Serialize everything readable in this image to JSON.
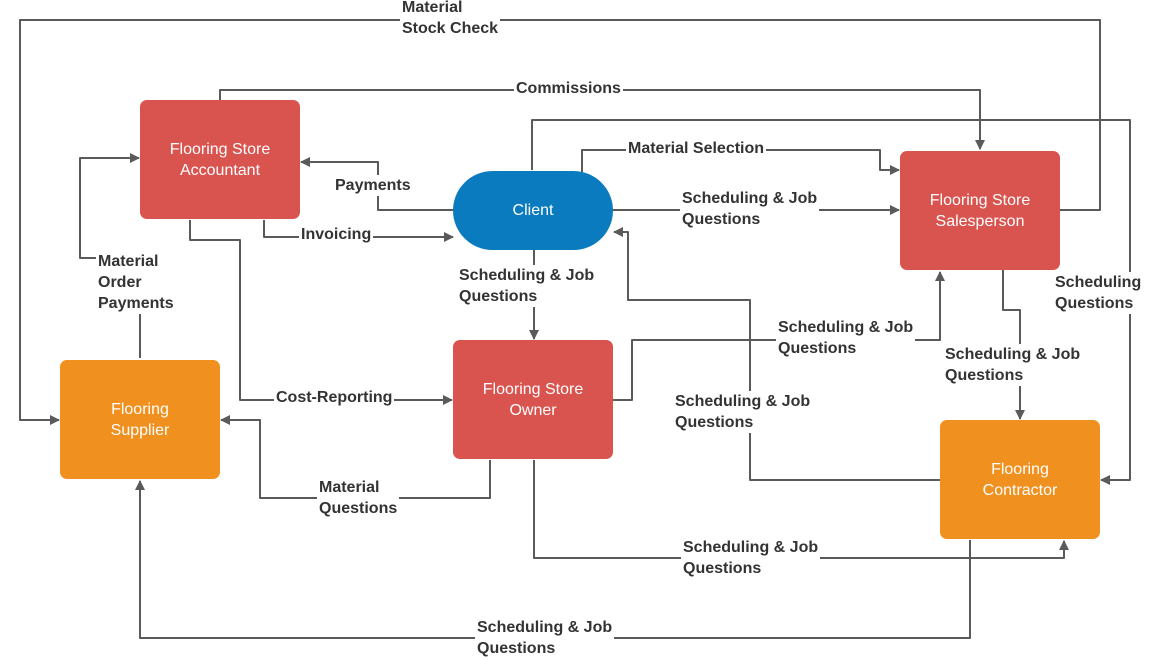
{
  "colors": {
    "store": "#d9534f",
    "external": "#f0901e",
    "client": "#0b7bbf",
    "connector": "#5a5a5a"
  },
  "nodes": {
    "accountant": "Flooring Store\nAccountant",
    "client": "Client",
    "salesperson": "Flooring Store\nSalesperson",
    "supplier": "Flooring\nSupplier",
    "owner": "Flooring Store\nOwner",
    "contractor": "Flooring\nContractor"
  },
  "edges": {
    "material_stock_check": "Material\nStock Check",
    "commissions": "Commissions",
    "material_selection": "Material Selection",
    "payments": "Payments",
    "invoicing": "Invoicing",
    "client_to_salesperson": "Scheduling & Job\nQuestions",
    "material_order_payments": "Material\nOrder\nPayments",
    "client_to_owner": "Scheduling & Job\nQuestions",
    "salesperson_to_contractor_right": "Scheduling\nQuestions",
    "owner_to_salesperson": "Scheduling & Job\nQuestions",
    "salesperson_to_contractor": "Scheduling & Job\nQuestions",
    "cost_reporting": "Cost-Reporting",
    "contractor_to_client": "Scheduling & Job\nQuestions",
    "material_questions": "Material\nQuestions",
    "owner_to_contractor": "Scheduling & Job\nQuestions",
    "contractor_to_supplier": "Scheduling & Job\nQuestions"
  }
}
